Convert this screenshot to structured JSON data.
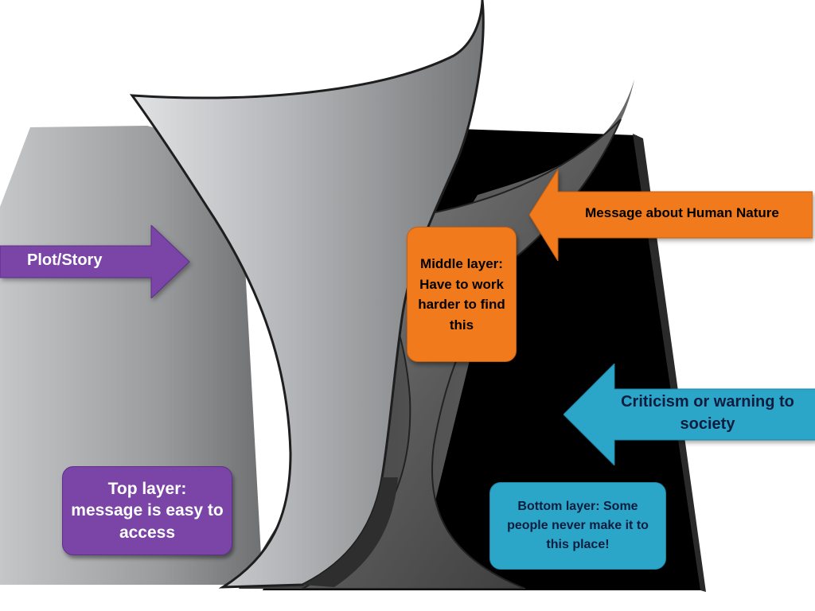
{
  "labels": {
    "plot_arrow": "Plot/Story",
    "human_nature_arrow": "Message about Human Nature",
    "criticism_arrow": "Criticism or warning to society",
    "top_layer_box": "Top layer: message is easy to access",
    "middle_layer_box": "Middle layer: Have to work harder to find this",
    "bottom_layer_box": "Bottom layer: Some people never make it to this place!"
  },
  "colors": {
    "purple": "#7a45a6",
    "orange": "#f07a1c",
    "teal": "#2ba6c9",
    "bottom_page": "#000000",
    "middle_page": "#4d4d4d",
    "top_page": "#9a9a9a"
  }
}
